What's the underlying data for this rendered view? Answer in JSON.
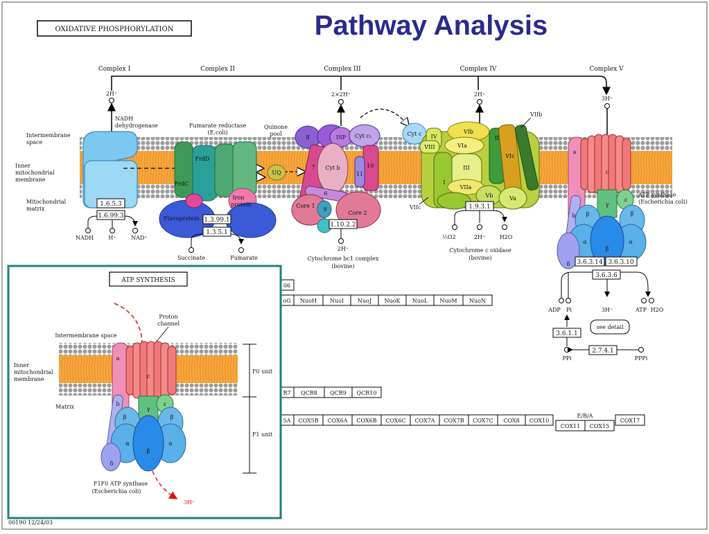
{
  "page": {
    "title": "Pathway Analysis",
    "pathway_label": "OXIDATIVE PHOSPHORYLATION",
    "footer": "00190  12/24/03"
  },
  "membrane_labels": {
    "intermembrane": [
      "Intermembrane",
      "space"
    ],
    "inner": [
      "Inner",
      "mitochondrial",
      "membrane"
    ],
    "matrix": [
      "Mitochondrial",
      "matrix"
    ]
  },
  "complexes": {
    "c1": {
      "header": "Complex I",
      "top_ion": "2H⁺",
      "name": [
        "NADH",
        "dehydrogenase"
      ],
      "ec": [
        "1.6.5.3",
        "1.6.99.3"
      ],
      "bottom": [
        "NADH",
        "H⁺",
        "NAD⁺"
      ]
    },
    "c2": {
      "header": "Complex II",
      "name": [
        "Fumarate reductase",
        "(E.coli)"
      ],
      "frdD": "FrdD",
      "frdC": "FrdC",
      "flavo": "Flavoprotein",
      "iron": [
        "Iron",
        "protein"
      ],
      "ec": [
        "1.3.99.1",
        "1.3.5.1"
      ],
      "bottom": [
        "Succinate",
        "Fumarate"
      ]
    },
    "quinone": {
      "name": [
        "Quinone",
        "pool"
      ],
      "uq": "UQ"
    },
    "c3": {
      "header": "Complex III",
      "top_ion": "2×2H⁺",
      "subunits": [
        "8",
        "ISP",
        "Cyt c₁",
        "7",
        "Cyt b",
        "10",
        "11",
        "6",
        "Core 1",
        "9",
        "Core 2"
      ],
      "ec": "1.10.2.2",
      "bottom_ion": "2H⁺",
      "name": [
        "Cytochrome bc1 complex",
        "(bovine)"
      ]
    },
    "c4": {
      "header": "Complex IV",
      "top_ion": "2H⁺",
      "cytc": "Cyt c",
      "subunits": [
        "IV",
        "VIII",
        "VIb",
        "VIa",
        "II",
        "III",
        "VIc",
        "I",
        "VIIa",
        "Vb",
        "Va"
      ],
      "label_viib": "VIIb",
      "label_viic": "VIIc",
      "ec": "1.9.3.1",
      "bottom": [
        "½O2",
        "2H⁺",
        "H2O"
      ],
      "name": [
        "Cytochrome c oxidase",
        "(bovine)"
      ]
    },
    "c5": {
      "header": "Complex V",
      "top_ion": "3H⁺",
      "subunits": [
        "a",
        "c",
        "b",
        "γ",
        "ε",
        "β",
        "α",
        "β",
        "α",
        "δ"
      ],
      "name": [
        "ATP synthase",
        "(Escherichia coli)"
      ],
      "ec": [
        "3.6.3.14",
        "3.6.3.10",
        "3.6.3.6"
      ],
      "bottom": [
        "ADP",
        "Pi",
        "3H⁺",
        "ATP",
        "H2O"
      ],
      "see_detail": "see detail",
      "ec_lower": [
        "3.6.1.1",
        "2.7.4.1"
      ],
      "ppi": [
        "PPi",
        "PPPi"
      ]
    }
  },
  "gene_rows": {
    "row1_fragment": "06",
    "row2": [
      "oG",
      "NuoH",
      "NuoI",
      "NuoJ",
      "NuoK",
      "NuoL",
      "NuoM",
      "NuoN"
    ],
    "row3": [
      "R7",
      "QCR8",
      "QCR9",
      "QCR10"
    ],
    "row4": [
      "5A",
      "COX5B",
      "COX6A",
      "COX6B",
      "COX6C",
      "COX7A",
      "COX7B",
      "COX7C",
      "COX8",
      "COX10"
    ],
    "row4_ebalabel": "E/B/A",
    "row4_extra": [
      "COX11",
      "COX15",
      "COX17"
    ]
  },
  "inset": {
    "title": "ATP SYNTHESIS",
    "proton": [
      "Proton",
      "channel"
    ],
    "intermembrane": "Intermembrane space",
    "inner": [
      "Inner",
      "mitochondrial",
      "membrane"
    ],
    "matrix": "Matrix",
    "f0": "F0 unit",
    "f1": "F1 unit",
    "subunits": [
      "a",
      "c",
      "b",
      "γ",
      "ε",
      "β",
      "β",
      "α",
      "α",
      "β",
      "δ"
    ],
    "caption": [
      "F1F0 ATP synthase",
      "(Escherichia coli)"
    ],
    "out_ion": "3H⁺"
  },
  "colors": {
    "title": "#2a2a8c",
    "inset_border": "#1f7f7f",
    "membrane": "#f6a742",
    "head": "#9a9a9a"
  }
}
